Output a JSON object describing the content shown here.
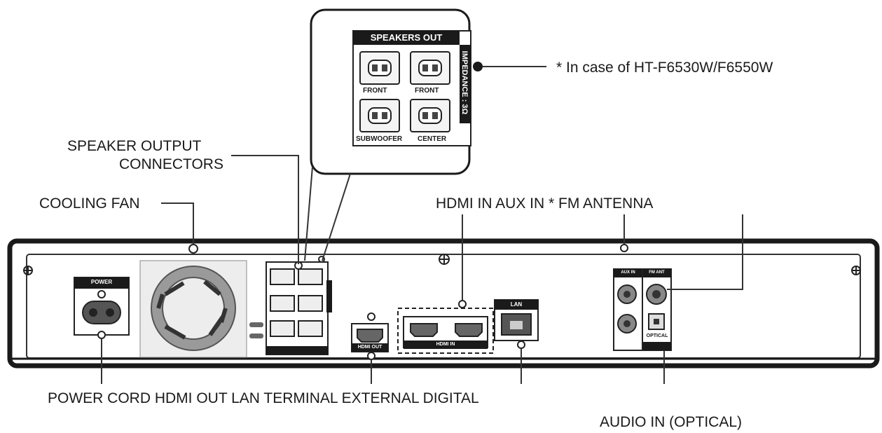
{
  "labels": {
    "speaker_output": "SPEAKER OUTPUT",
    "connectors": "CONNECTORS",
    "cooling_fan": "COOLING FAN",
    "hdmi_aux_fm": "HDMI IN AUX IN * FM ANTENNA",
    "model_note": "* In case of HT-F6530W/F6550W",
    "bottom_row": "POWER CORD HDMI OUT LAN TERMINAL EXTERNAL DIGITAL",
    "audio_in": "AUDIO IN (OPTICAL)"
  },
  "inset": {
    "header": "SPEAKERS OUT",
    "impedance": "IMPEDANCE : 3Ω",
    "front_left": "FRONT",
    "front_right": "FRONT",
    "subwoofer": "SUBWOOFER",
    "center": "CENTER"
  },
  "panel": {
    "power": "POWER",
    "lan": "LAN",
    "hdmi_out": "HDMI OUT",
    "hdmi_in": "HDMI IN",
    "aux_in": "AUX IN",
    "fm_ant": "FM ANT",
    "optical": "OPTICAL"
  }
}
